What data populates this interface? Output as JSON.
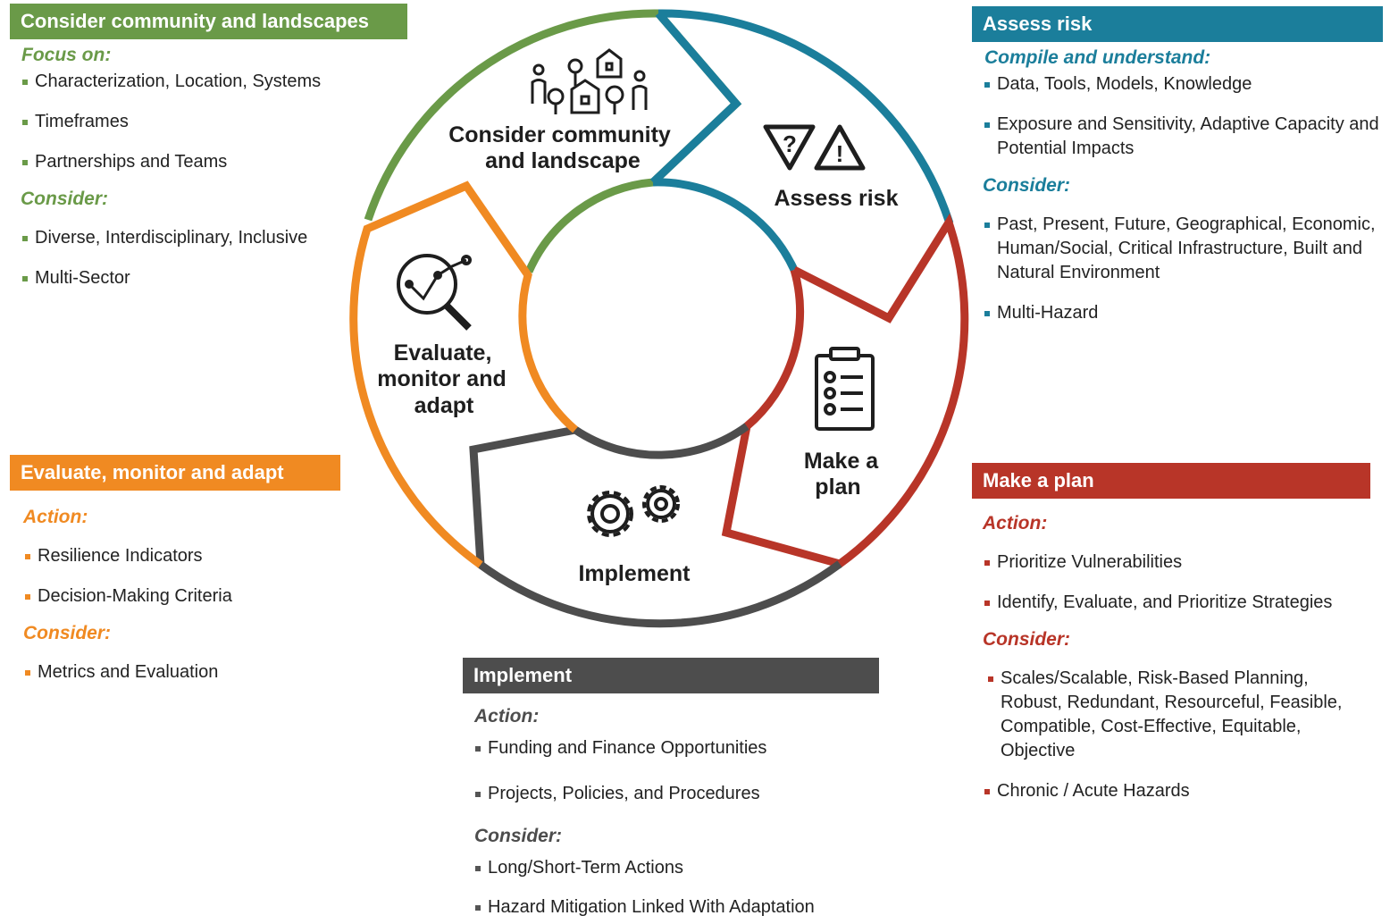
{
  "panels": {
    "community": {
      "title": "Consider community and landscapes",
      "focus_heading": "Focus on:",
      "focus_items": [
        "Characterization, Location, Systems",
        "Timeframes",
        "Partnerships and Teams"
      ],
      "consider_heading": "Consider:",
      "consider_items": [
        "Diverse, Interdisciplinary, Inclusive",
        "Multi-Sector"
      ]
    },
    "evaluate": {
      "title": "Evaluate, monitor and adapt",
      "action_heading": "Action:",
      "action_items": [
        "Resilience Indicators",
        "Decision-Making Criteria"
      ],
      "consider_heading": "Consider:",
      "consider_items": [
        "Metrics and Evaluation"
      ]
    },
    "assess": {
      "title": "Assess risk",
      "compile_heading": "Compile and understand:",
      "compile_items": [
        "Data, Tools, Models, Knowledge",
        "Exposure and Sensitivity, Adaptive Capacity and Potential Impacts"
      ],
      "consider_heading": "Consider:",
      "consider_items": [
        "Past, Present, Future, Geographical, Economic, Human/Social, Critical Infrastructure, Built and Natural Environment",
        "Multi-Hazard"
      ]
    },
    "plan": {
      "title": "Make a plan",
      "action_heading": "Action:",
      "action_items": [
        "Prioritize Vulnerabilities",
        "Identify, Evaluate, and Prioritize Strategies"
      ],
      "consider_heading": "Consider:",
      "consider_items": [
        "Scales/Scalable, Risk-Based Planning, Robust, Redundant, Resourceful, Feasible, Compatible, Cost-Effective, Equitable, Objective",
        "Chronic / Acute Hazards"
      ]
    },
    "implement": {
      "title": "Implement",
      "action_heading": "Action:",
      "action_items": [
        "Funding and Finance Opportunities",
        "Projects, Policies, and Procedures"
      ],
      "consider_heading": "Consider:",
      "consider_items": [
        "Long/Short-Term Actions",
        "Hazard Mitigation Linked With Adaptation"
      ]
    }
  },
  "cycle": {
    "community_label": [
      "Consider community",
      "and landscape"
    ],
    "assess_label": "Assess risk",
    "plan_label": [
      "Make a",
      "plan"
    ],
    "implement_label": "Implement",
    "evaluate_label": [
      "Evaluate,",
      "monitor and",
      "adapt"
    ]
  },
  "colors": {
    "community": "#6a9a48",
    "assess": "#1b7e9b",
    "plan": "#b83528",
    "implement": "#4d4d4d",
    "evaluate": "#f08a22"
  },
  "icons": {
    "community": "community-people-houses-trees-icon",
    "assess": "question-warning-triangles-icon",
    "plan": "clipboard-checklist-icon",
    "implement": "gears-icon",
    "evaluate": "magnifier-chart-icon"
  }
}
